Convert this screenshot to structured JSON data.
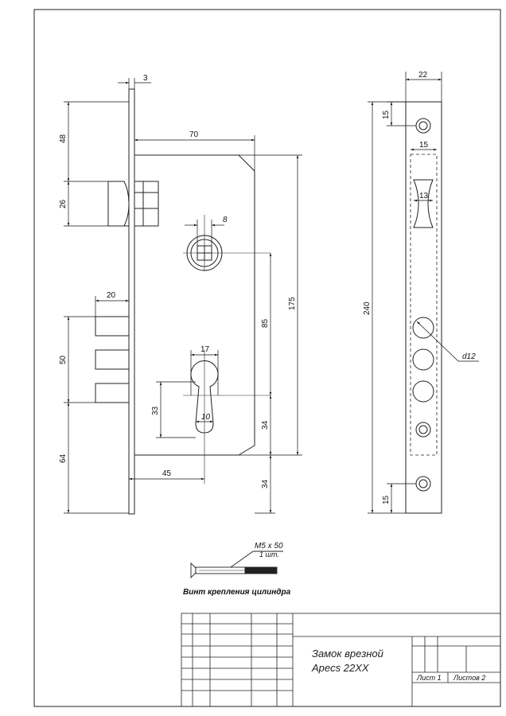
{
  "dimensions": {
    "faceplate_thickness": "3",
    "top_to_latch": "48",
    "latch_height": "26",
    "body_width": "70",
    "spindle_square": "8",
    "body_height": "175",
    "spindle_to_cylinder": "85",
    "bolt_projection": "20",
    "bolt_block": "50",
    "cylinder_width": "17",
    "cylinder_height": "33",
    "cylinder_small": "10",
    "cylinder_to_bottom": "34",
    "bottom_distance": "64",
    "backset": "45",
    "lower_extension": "34",
    "strike_width": "22",
    "strike_top_hole": "15",
    "strike_cutout_width": "15",
    "strike_latch_hole": "13",
    "strike_length": "240",
    "bolt_hole_diameter": "d12",
    "strike_bottom_hole": "15"
  },
  "screw": {
    "spec": "M5 x 50",
    "qty": "1 шт.",
    "caption": "Винт крепления цилиндра"
  },
  "title_block": {
    "name_line1": "Замок врезной",
    "name_line2": "Apecs 22XX",
    "sheet": "Лист 1",
    "sheets": "Листов 2"
  }
}
